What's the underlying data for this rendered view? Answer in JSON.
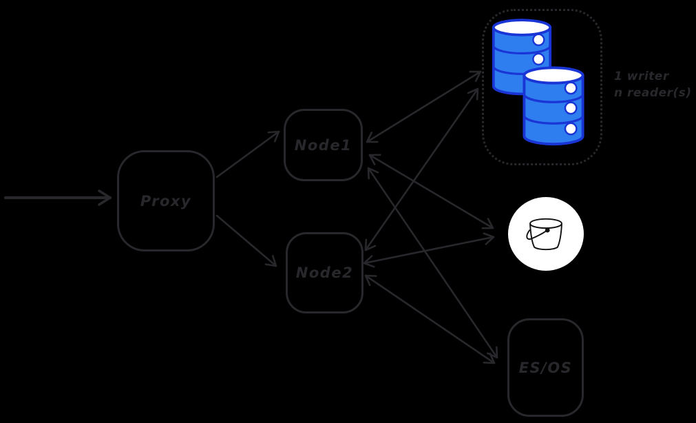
{
  "theme": {
    "background": "#000000",
    "ink": "#28282c",
    "db_fill": "#2e7ef0",
    "db_stroke": "#1a35d6",
    "bucket_bg": "#ffffff",
    "bucket_ink": "#111111"
  },
  "nodes": {
    "proxy": {
      "label": "Proxy"
    },
    "node1": {
      "label": "Node1"
    },
    "node2": {
      "label": "Node2"
    },
    "esos": {
      "label": "ES/OS"
    }
  },
  "db_cluster": {
    "cylinder_count": 2,
    "annotation_line1": "1 writer",
    "annotation_line2": "n reader(s)"
  },
  "icons": {
    "bucket": "bucket-icon",
    "database": "database-cylinder-icon"
  },
  "edges": [
    {
      "from": "client",
      "to": "proxy",
      "bidirectional": false
    },
    {
      "from": "proxy",
      "to": "node1",
      "bidirectional": false
    },
    {
      "from": "proxy",
      "to": "node2",
      "bidirectional": false
    },
    {
      "from": "node1",
      "to": "db-cluster",
      "bidirectional": true
    },
    {
      "from": "node2",
      "to": "db-cluster",
      "bidirectional": true
    },
    {
      "from": "node1",
      "to": "bucket",
      "bidirectional": true
    },
    {
      "from": "node2",
      "to": "bucket",
      "bidirectional": true
    },
    {
      "from": "node1",
      "to": "es-os",
      "bidirectional": true
    },
    {
      "from": "node2",
      "to": "es-os",
      "bidirectional": true
    }
  ]
}
